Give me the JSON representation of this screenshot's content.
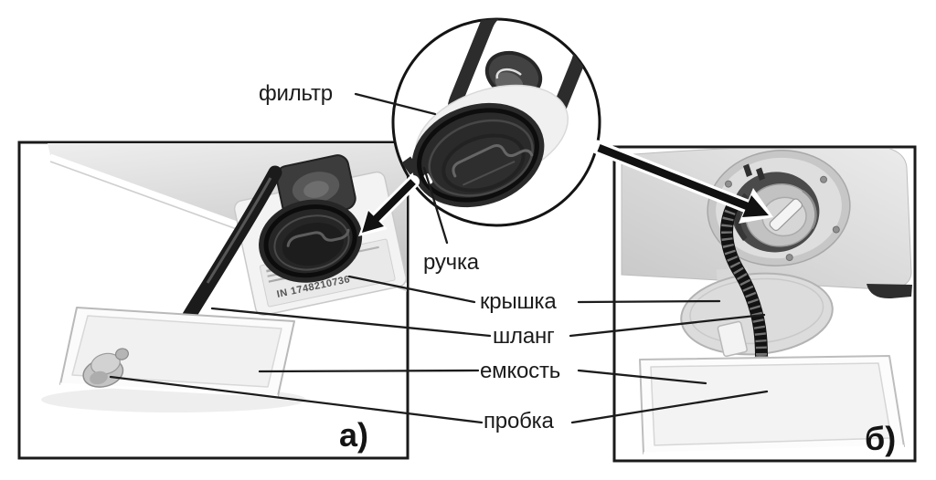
{
  "figure": {
    "labels": {
      "filter": "фильтр",
      "handle": "ручка",
      "cover": "крышка",
      "hose": "шланг",
      "container": "емкость",
      "plug": "пробка"
    },
    "photo_a": {
      "caption": "а)",
      "sticker_serial": "IN 1748210736"
    },
    "photo_b": {
      "caption": "б)"
    },
    "colors": {
      "ink": "#1a1a1a",
      "machine_gray": "#d9d9d9",
      "part_dark": "#262626",
      "tray_white": "#fbfbfb"
    }
  }
}
